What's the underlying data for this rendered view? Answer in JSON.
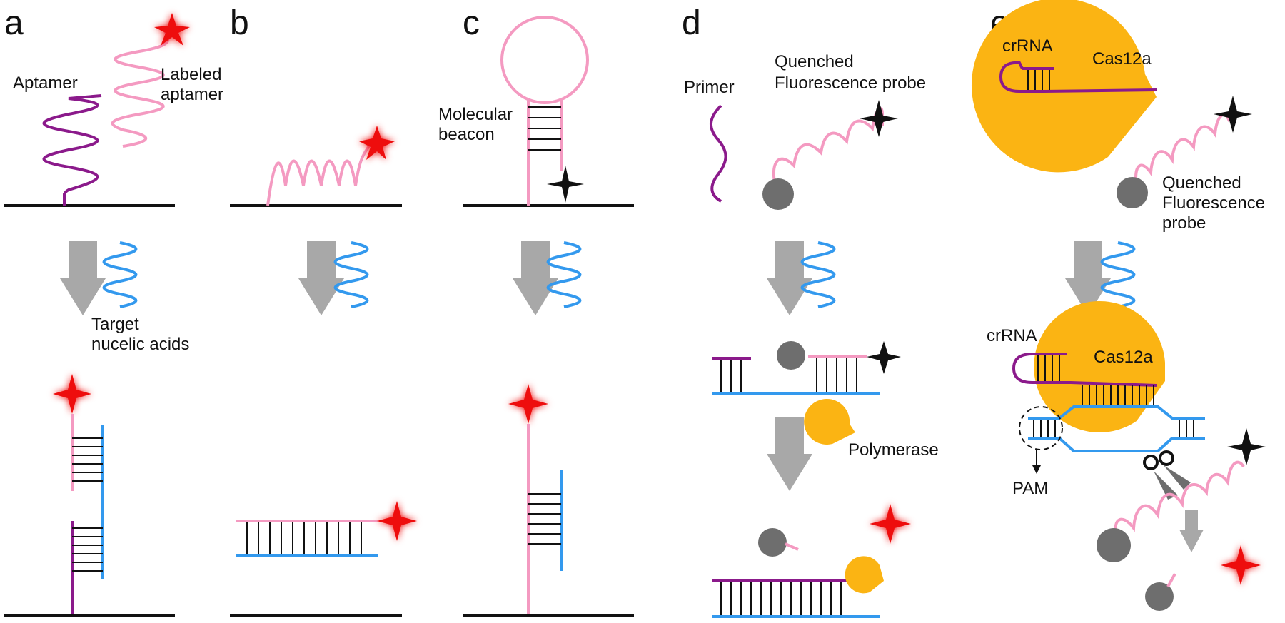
{
  "panels": {
    "a": {
      "letter": "a",
      "aptamer": "Aptamer",
      "labeled_1": "Labeled",
      "labeled_2": "aptamer",
      "target_1": "Target",
      "target_2": "nucelic acids"
    },
    "b": {
      "letter": "b"
    },
    "c": {
      "letter": "c",
      "beacon_1": "Molecular",
      "beacon_2": "beacon"
    },
    "d": {
      "letter": "d",
      "primer": "Primer",
      "probe_1": "Quenched",
      "probe_2": "Fluorescence probe",
      "polymerase": "Polymerase"
    },
    "e": {
      "letter": "e",
      "crrna_top": "crRNA",
      "cas_top": "Cas12a",
      "probe_1": "Quenched",
      "probe_2": "Fluorescence",
      "probe_3": "probe",
      "crrna_bottom": "crRNA",
      "cas_bottom": "Cas12a",
      "pam": "PAM"
    }
  },
  "colors": {
    "aptamer_purple": "#8b1a8b",
    "probe_pink": "#f49ac1",
    "target_blue": "#3399ee",
    "fluorophore_red": "#ee1111",
    "quencher_gray": "#6e6e6e",
    "arrow_gray": "#a8a8a8",
    "enzyme_orange": "#fbb413",
    "surface_black": "#111111"
  }
}
